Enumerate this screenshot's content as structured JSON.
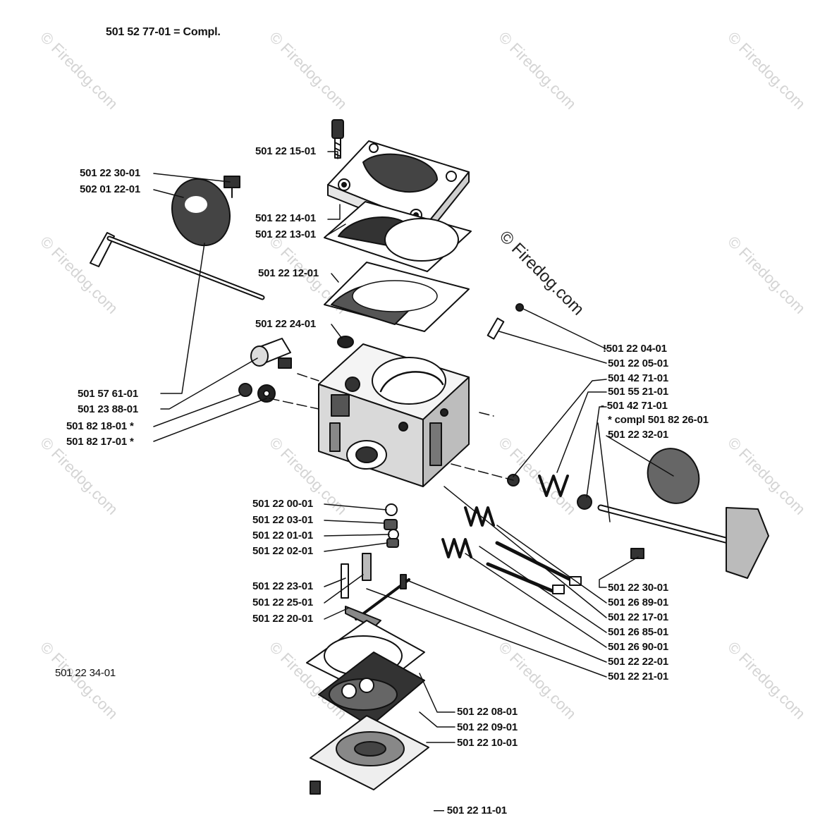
{
  "header": {
    "title": "501 52 77-01 = Compl."
  },
  "watermark": {
    "text": "© Firedog.com"
  },
  "labels": {
    "p15": "501 22 15-01",
    "p30a": "501 22 30-01",
    "p0122": "502 01 22-01",
    "p14": "501 22 14-01",
    "p13": "501 22 13-01",
    "p12": "501 22 12-01",
    "p24": "501 22 24-01",
    "p04": "!501 22 04-01",
    "p05": "501 22 05-01",
    "p4271a": "501 42 71-01",
    "p5521": "501 55 21-01",
    "p4271b": "- 501 42 71-01",
    "pcompl": "*  compl 501 82 26-01",
    "p32": "501 22 32-01",
    "p5761": "501 57 61-01",
    "p2388": "501 23 88-01",
    "p8218": "501 82 18-01  *",
    "p8217": "501 82 17-01  *",
    "p00": "501 22 00-01",
    "p03": "501 22 03-01",
    "p01": "501 22 01-01",
    "p02": "501 22 02-01",
    "p23": "501 22 23-01",
    "p25": "501 22 25-01",
    "p20": "501 22 20-01",
    "p30b": "501 22 30-01",
    "p2689": "501 26 89-01",
    "p17": "501 22 17-01",
    "p2685": "501 26 85-01",
    "p2690": "501 26 90-01",
    "p22": "501 22 22-01",
    "p21": "501 22 21-01",
    "p34": "501 22 34-01",
    "p08": "501 22 08-01",
    "p09": "501 22 09-01",
    "p10": "501 22 10-01",
    "p11": "— 501 22 11-01"
  }
}
